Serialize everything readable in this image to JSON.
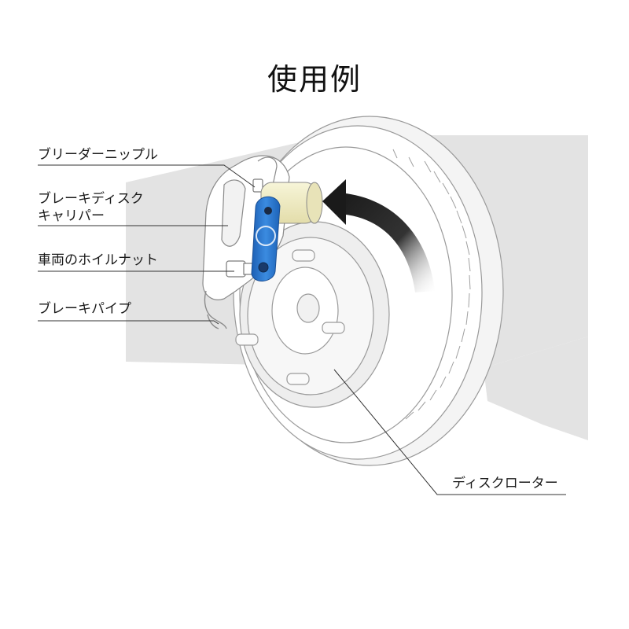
{
  "title": "使用例",
  "labels": {
    "bleeder_nipple": "ブリーダーニップル",
    "caliper_line1": "ブレーキディスク",
    "caliper_line2": "キャリパー",
    "wheel_nut": "車両のホイルナット",
    "brake_pipe": "ブレーキパイプ",
    "disc_rotor": "ディスクローター"
  },
  "colors": {
    "background_panel": "#e3e3e3",
    "tool_blue": "#2f7fd6",
    "cylinder_yellow": "#f3f0c6",
    "arrow": "#1a1a1a"
  },
  "icons": {
    "rotation_arrow": "curved-arrow-icon"
  }
}
